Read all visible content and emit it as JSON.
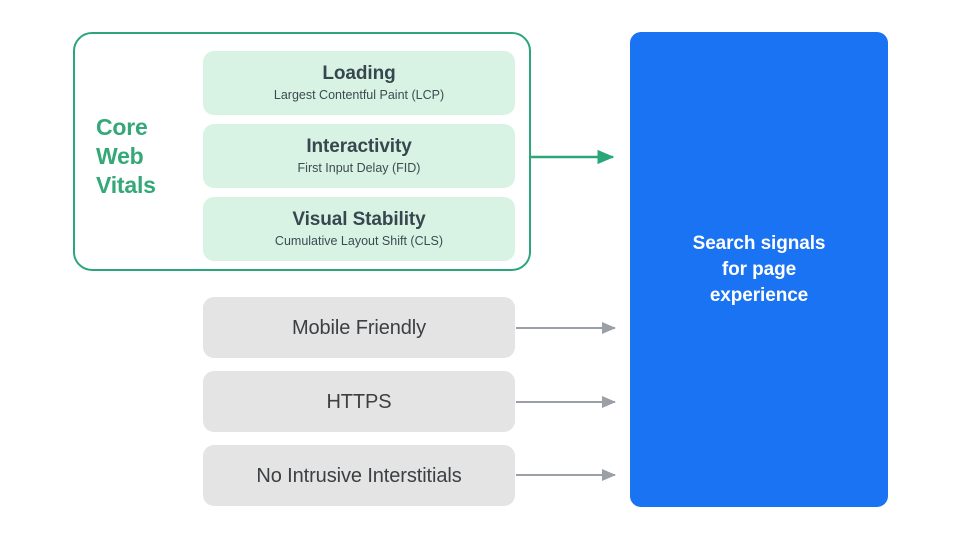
{
  "diagram": {
    "title": "Search signals for page experience",
    "colors": {
      "mint_card": "#d8f3e4",
      "green_accent": "#35a878",
      "green_border": "#2ba678",
      "gray_card": "#e4e4e5",
      "gray_arrow": "#9aa0a6",
      "blue_panel": "#1a73f2",
      "dark_text": "#37474f",
      "white_text": "#ffffff"
    },
    "core_web_vitals": {
      "group_label": "Core\nWeb\nVitals",
      "group_label_lines": [
        "Core",
        "Web",
        "Vitals"
      ],
      "items": [
        {
          "title": "Loading",
          "subtitle": "Largest Contentful Paint (LCP)"
        },
        {
          "title": "Interactivity",
          "subtitle": "First Input Delay (FID)"
        },
        {
          "title": "Visual Stability",
          "subtitle": "Cumulative Layout Shift (CLS)"
        }
      ]
    },
    "other_signals": [
      {
        "label": "Mobile Friendly"
      },
      {
        "label": "HTTPS"
      },
      {
        "label": "No Intrusive Interstitials"
      }
    ],
    "outcome": {
      "label": "Search signals\nfor page\nexperience",
      "label_lines": [
        "Search signals",
        "for page",
        "experience"
      ]
    }
  }
}
